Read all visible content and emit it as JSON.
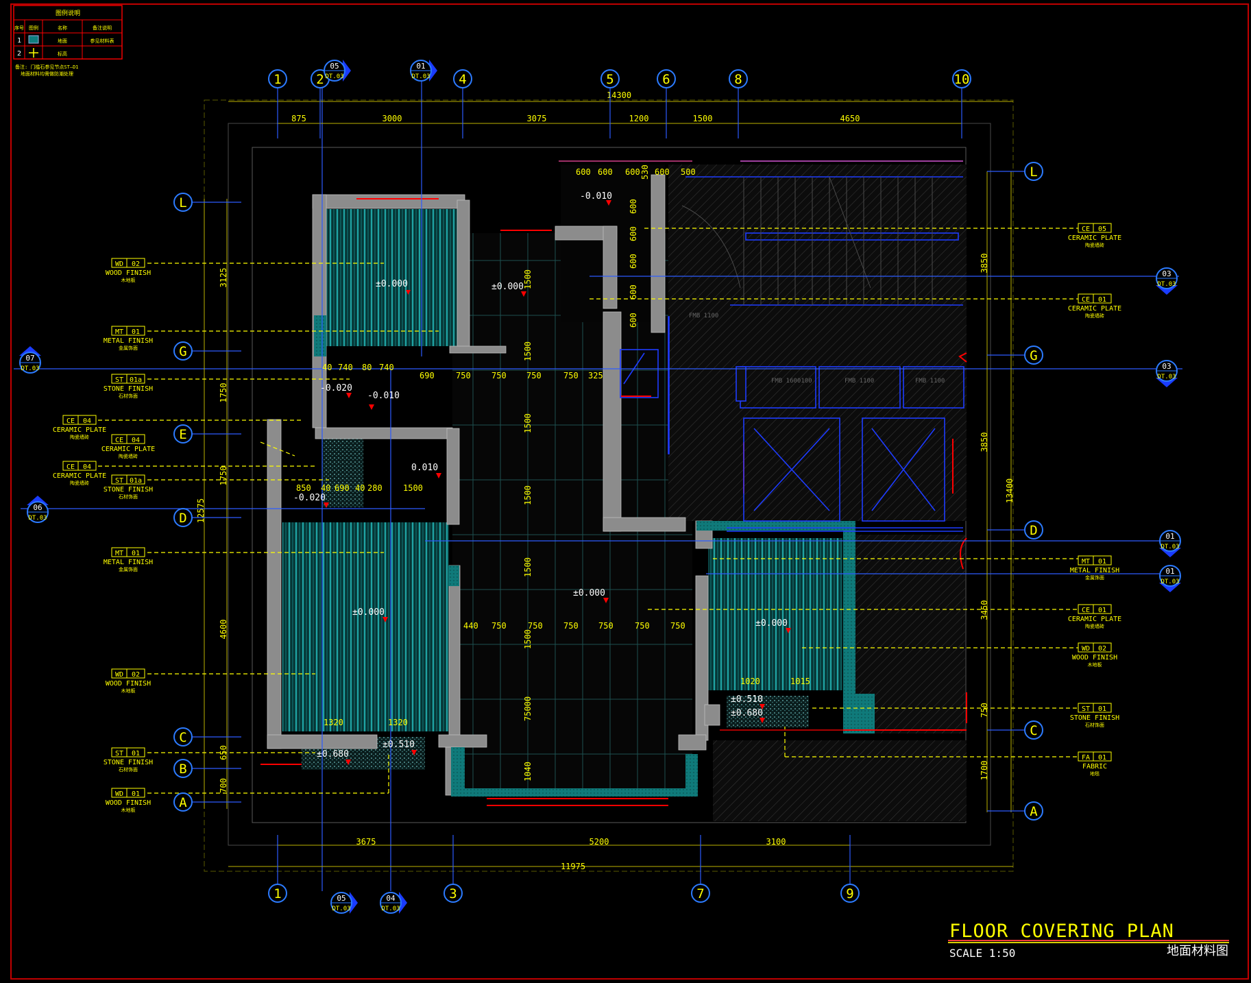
{
  "drawing": {
    "title": "FLOOR COVERING PLAN",
    "scale": "SCALE 1:50",
    "title_cn": "地面材料图"
  },
  "top_dimensions": {
    "overall": "14300",
    "segments": [
      "875",
      "3000",
      "3075",
      "1200",
      "1500",
      "4650"
    ]
  },
  "bottom_dimensions": {
    "overall": "11975",
    "segments": [
      "3675",
      "5200",
      "3100"
    ]
  },
  "left_dimensions": {
    "overall": "12575",
    "segments": [
      "3125",
      "1750",
      "1750",
      "4600",
      "650",
      "700"
    ]
  },
  "right_dimensions": {
    "overall": "13400",
    "segments": [
      "3850",
      "3850",
      "3450",
      "750",
      "1700"
    ]
  },
  "top_grid": [
    "1",
    "2",
    "4",
    "5",
    "6",
    "8",
    "10"
  ],
  "bottom_grid": [
    "1",
    "3",
    "7",
    "9"
  ],
  "left_grid": [
    "L",
    "G",
    "E",
    "D",
    "C",
    "B",
    "A"
  ],
  "right_grid": [
    "L",
    "G",
    "D",
    "C",
    "A"
  ],
  "section_markers": {
    "top_05": {
      "num": "05",
      "sheet": "DT.03"
    },
    "top_01": {
      "num": "01",
      "sheet": "DT.03"
    },
    "left_07": {
      "num": "07",
      "sheet": "DT.03"
    },
    "left_06": {
      "num": "06",
      "sheet": "DT.03"
    },
    "right_03a": {
      "num": "03",
      "sheet": "DT.03"
    },
    "right_03b": {
      "num": "03",
      "sheet": "DT.03"
    },
    "right_01a": {
      "num": "01",
      "sheet": "DT.03"
    },
    "right_01b": {
      "num": "01",
      "sheet": "DT.03"
    },
    "bottom_05": {
      "num": "05",
      "sheet": "DT.03"
    },
    "bottom_04": {
      "num": "04",
      "sheet": "DT.03"
    }
  },
  "left_tags": [
    {
      "code": "WD",
      "num": "02",
      "en": "WOOD FINISH",
      "cn": "木地板"
    },
    {
      "code": "MT",
      "num": "01",
      "en": "METAL FINISH",
      "cn": "金属饰面"
    },
    {
      "code": "ST",
      "num": "01a",
      "en": "STONE FINISH",
      "cn": "石材饰面"
    },
    {
      "code": "CE",
      "num": "04",
      "en": "CERAMIC PLATE",
      "cn": "陶瓷墙砖"
    },
    {
      "code": "CE",
      "num": "04",
      "en": "CERAMIC PLATE",
      "cn": "陶瓷墙砖"
    },
    {
      "code": "CE",
      "num": "04",
      "en": "CERAMIC PLATE",
      "cn": "陶瓷墙砖"
    },
    {
      "code": "ST",
      "num": "01a",
      "en": "STONE FINISH",
      "cn": "石材饰面"
    },
    {
      "code": "MT",
      "num": "01",
      "en": "METAL FINISH",
      "cn": "金属饰面"
    },
    {
      "code": "WD",
      "num": "02",
      "en": "WOOD FINISH",
      "cn": "木地板"
    },
    {
      "code": "ST",
      "num": "01",
      "en": "STONE FINISH",
      "cn": "石材饰面"
    },
    {
      "code": "WD",
      "num": "01",
      "en": "WOOD FINISH",
      "cn": "木地板"
    }
  ],
  "right_tags": [
    {
      "code": "CE",
      "num": "05",
      "en": "CERAMIC PLATE",
      "cn": "陶瓷墙砖"
    },
    {
      "code": "CE",
      "num": "01",
      "en": "CERAMIC PLATE",
      "cn": "陶瓷墙砖"
    },
    {
      "code": "MT",
      "num": "01",
      "en": "METAL FINISH",
      "cn": "金属饰面"
    },
    {
      "code": "CE",
      "num": "01",
      "en": "CERAMIC PLATE",
      "cn": "陶瓷墙砖"
    },
    {
      "code": "WD",
      "num": "02",
      "en": "WOOD FINISH",
      "cn": "木地板"
    },
    {
      "code": "ST",
      "num": "01",
      "en": "STONE FINISH",
      "cn": "石材饰面"
    },
    {
      "code": "FA",
      "num": "01",
      "en": "FABRIC",
      "cn": "地毯"
    }
  ],
  "levels": {
    "bed1": "±0.000",
    "corridor": "±0.000",
    "kitchen": "-0.010",
    "bath_a": "-0.020",
    "bath_b": "-0.010",
    "bath_c": "-0.020",
    "bath_d": "0.010",
    "living": "±0.000",
    "bed2": "±0.000",
    "bed3": "±0.000",
    "step_a": "±0.680",
    "step_b": "±0.510",
    "step_c": "±0.510",
    "step_d": "±0.680"
  },
  "inner_dims": {
    "kitchen_top": [
      "600",
      "600",
      "600",
      "600",
      "500"
    ],
    "kitchen_side": [
      "530",
      "600",
      "600",
      "600",
      "600",
      "600"
    ],
    "corridor_a": [
      "40",
      "740",
      "80",
      "740",
      "690",
      "750",
      "750",
      "750",
      "750",
      "325"
    ],
    "corridor_b": [
      "440",
      "750",
      "750",
      "750",
      "750",
      "750",
      "750"
    ],
    "corridor_v": [
      "1500",
      "1500",
      "1500",
      "1500",
      "1500",
      "1500",
      "75000",
      "1040"
    ],
    "bath_h": [
      "850",
      "40",
      "690",
      "40",
      "280",
      "1500"
    ],
    "bed3_bottom": [
      "1020",
      "1015"
    ],
    "bed2_bottom": [
      "1320",
      "1320"
    ]
  },
  "stair_labels": [
    "FMB 1100",
    "FMB 1600100",
    "FMB 1100",
    "FMB 1100"
  ],
  "legend": {
    "title": "图例说明",
    "headers": [
      "序号",
      "图例",
      "名称",
      "备注说明"
    ],
    "rows": [
      {
        "no": "1",
        "name": "地面",
        "note": "参见材料表"
      },
      {
        "no": "2",
        "name": "标高",
        "note": ""
      }
    ],
    "note1": "备注: 门槛石参见节点ST—D1",
    "note2": "地面材料均需做防潮处理"
  },
  "colors": {
    "background": "#000000",
    "grid_circle": "#2196f3",
    "dimension": "#d9d000",
    "wall": "#8c8c8c",
    "wood_floor": "#0f7e7e",
    "accent_red": "#ff0000",
    "border_red": "#cc0000",
    "cyan": "#00bfbf"
  }
}
